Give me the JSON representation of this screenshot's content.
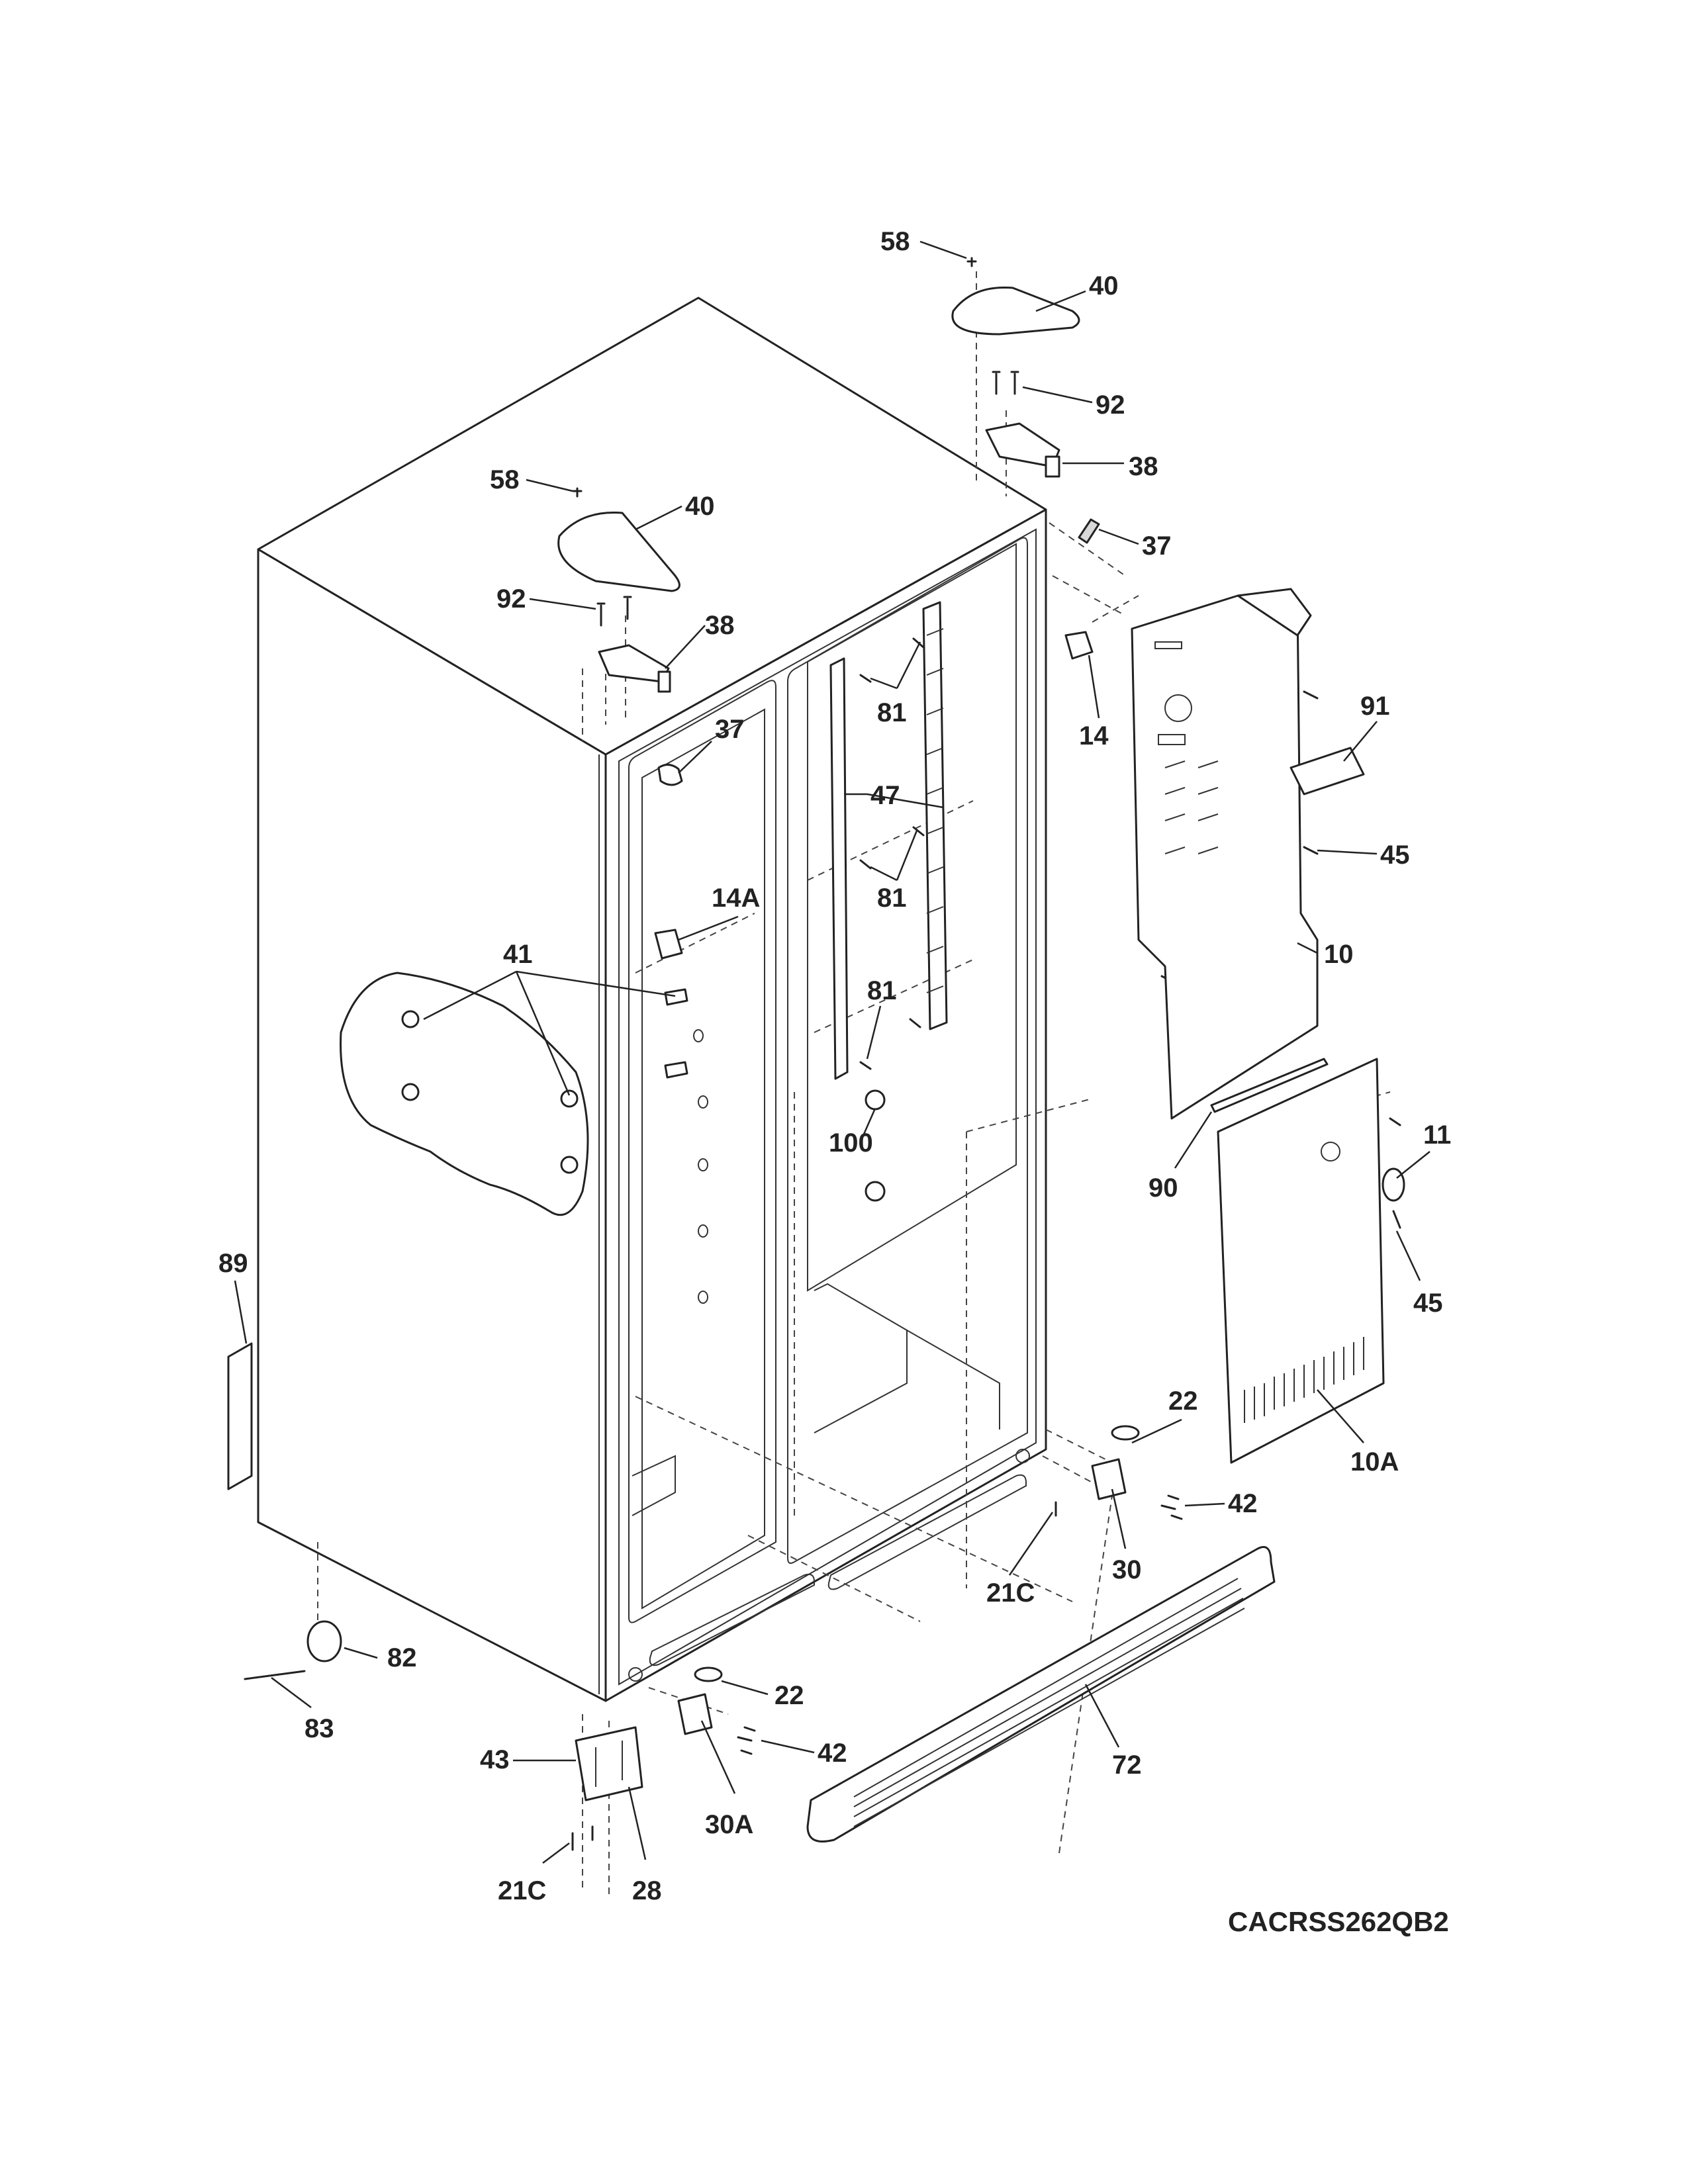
{
  "diagram_code": "CACRSS262QB2",
  "callouts": [
    {
      "id": "c-58-right",
      "text": "58"
    },
    {
      "id": "c-40-right",
      "text": "40"
    },
    {
      "id": "c-92-right",
      "text": "92"
    },
    {
      "id": "c-38-right",
      "text": "38"
    },
    {
      "id": "c-37-right",
      "text": "37"
    },
    {
      "id": "c-58-left",
      "text": "58"
    },
    {
      "id": "c-40-left",
      "text": "40"
    },
    {
      "id": "c-92-left",
      "text": "92"
    },
    {
      "id": "c-38-left",
      "text": "38"
    },
    {
      "id": "c-37-left",
      "text": "37"
    },
    {
      "id": "c-81-top",
      "text": "81"
    },
    {
      "id": "c-14",
      "text": "14"
    },
    {
      "id": "c-91",
      "text": "91"
    },
    {
      "id": "c-47",
      "text": "47"
    },
    {
      "id": "c-45-top",
      "text": "45"
    },
    {
      "id": "c-81-mid",
      "text": "81"
    },
    {
      "id": "c-14A",
      "text": "14A"
    },
    {
      "id": "c-10",
      "text": "10"
    },
    {
      "id": "c-41",
      "text": "41"
    },
    {
      "id": "c-81-low",
      "text": "81"
    },
    {
      "id": "c-11",
      "text": "11"
    },
    {
      "id": "c-100",
      "text": "100"
    },
    {
      "id": "c-90",
      "text": "90"
    },
    {
      "id": "c-89",
      "text": "89"
    },
    {
      "id": "c-45-low",
      "text": "45"
    },
    {
      "id": "c-22-right",
      "text": "22"
    },
    {
      "id": "c-10A",
      "text": "10A"
    },
    {
      "id": "c-42-right",
      "text": "42"
    },
    {
      "id": "c-30",
      "text": "30"
    },
    {
      "id": "c-21C-right",
      "text": "21C"
    },
    {
      "id": "c-82",
      "text": "82"
    },
    {
      "id": "c-22-left",
      "text": "22"
    },
    {
      "id": "c-83",
      "text": "83"
    },
    {
      "id": "c-43",
      "text": "43"
    },
    {
      "id": "c-42-left",
      "text": "42"
    },
    {
      "id": "c-72",
      "text": "72"
    },
    {
      "id": "c-30A",
      "text": "30A"
    },
    {
      "id": "c-21C-left",
      "text": "21C"
    },
    {
      "id": "c-28",
      "text": "28"
    }
  ]
}
